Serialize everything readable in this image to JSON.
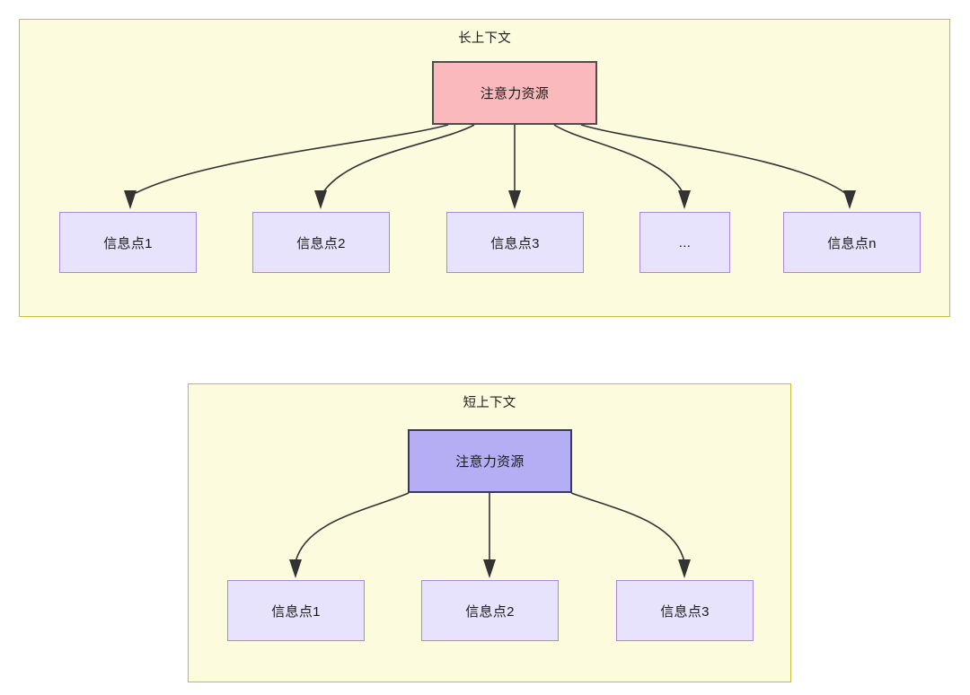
{
  "diagram": {
    "title_long": "长上下文",
    "title_short": "短上下文",
    "groups": [
      {
        "id": "long-context",
        "label": "长上下文",
        "root": {
          "label": "注意力资源",
          "fill": "#f9b9bd",
          "stroke": "#4d4d4d"
        },
        "leaves": [
          {
            "label": "信息点1"
          },
          {
            "label": "信息点2"
          },
          {
            "label": "信息点3"
          },
          {
            "label": "..."
          },
          {
            "label": "信息点n"
          }
        ]
      },
      {
        "id": "short-context",
        "label": "短上下文",
        "root": {
          "label": "注意力资源",
          "fill": "#b5aef4",
          "stroke": "#3b3b4f"
        },
        "leaves": [
          {
            "label": "信息点1"
          },
          {
            "label": "信息点2"
          },
          {
            "label": "信息点3"
          }
        ]
      }
    ],
    "colors": {
      "group_background": "#fdfbdd",
      "group_border": "#c7bc3a",
      "leaf_fill": "#e7e3fc",
      "leaf_border": "#ab87e0",
      "edge": "#333333",
      "page_background": "#ffffff"
    }
  }
}
